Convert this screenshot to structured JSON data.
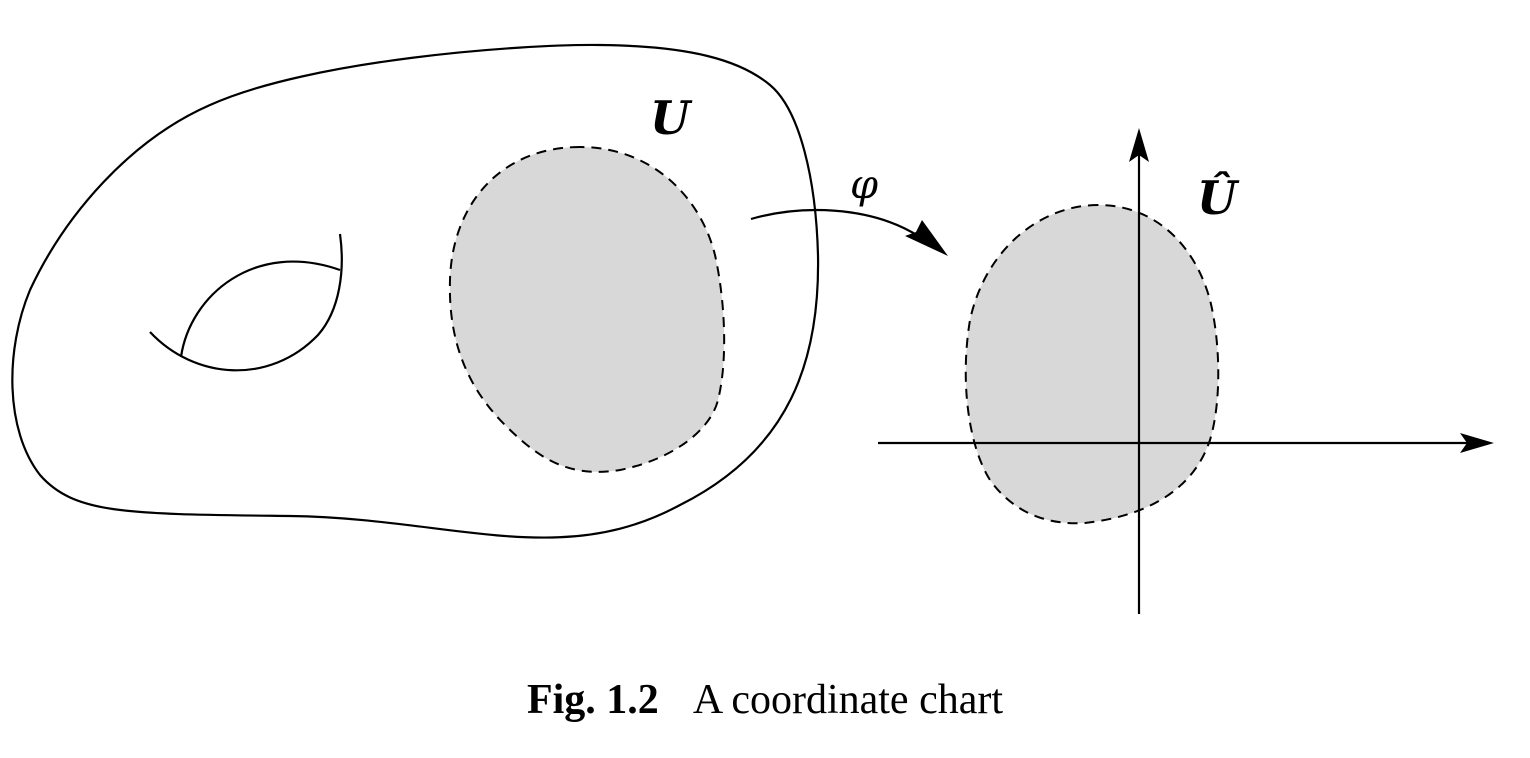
{
  "labels": {
    "domain_set": "U",
    "map": "φ",
    "image_set": "Û"
  },
  "caption": {
    "number": "Fig. 1.2",
    "text": "A coordinate chart"
  },
  "colors": {
    "shade": "#d8d8d8",
    "stroke": "#000000"
  }
}
